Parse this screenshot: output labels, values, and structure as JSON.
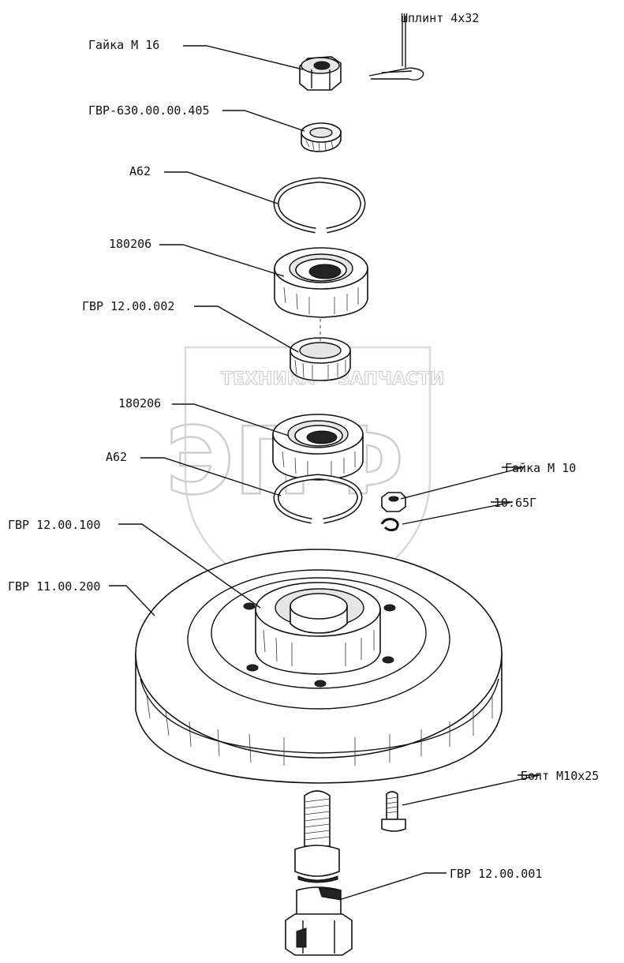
{
  "labels": {
    "split_pin": "Шплинт 4x32",
    "nut_m16": "Гайка М 16",
    "washer": "ГВР-630.00.00.405",
    "ring_top": "А62",
    "bearing_top": "180206",
    "spacer": "ГВР 12.00.002",
    "bearing_bottom": "180206",
    "ring_bottom": "А62",
    "nut_m10": "Гайка М 10",
    "lock_washer": "10.65Г",
    "hub": "ГВР 12.00.100",
    "pulley": "ГВР 11.00.200",
    "bolt": "Болт М10x25",
    "axle": "ГВР 12.00.001"
  },
  "watermark": {
    "tagline_left": "ТЕХНИКА",
    "tagline_right": "ЗАПЧАСТИ",
    "logo": "ЭПФ"
  }
}
